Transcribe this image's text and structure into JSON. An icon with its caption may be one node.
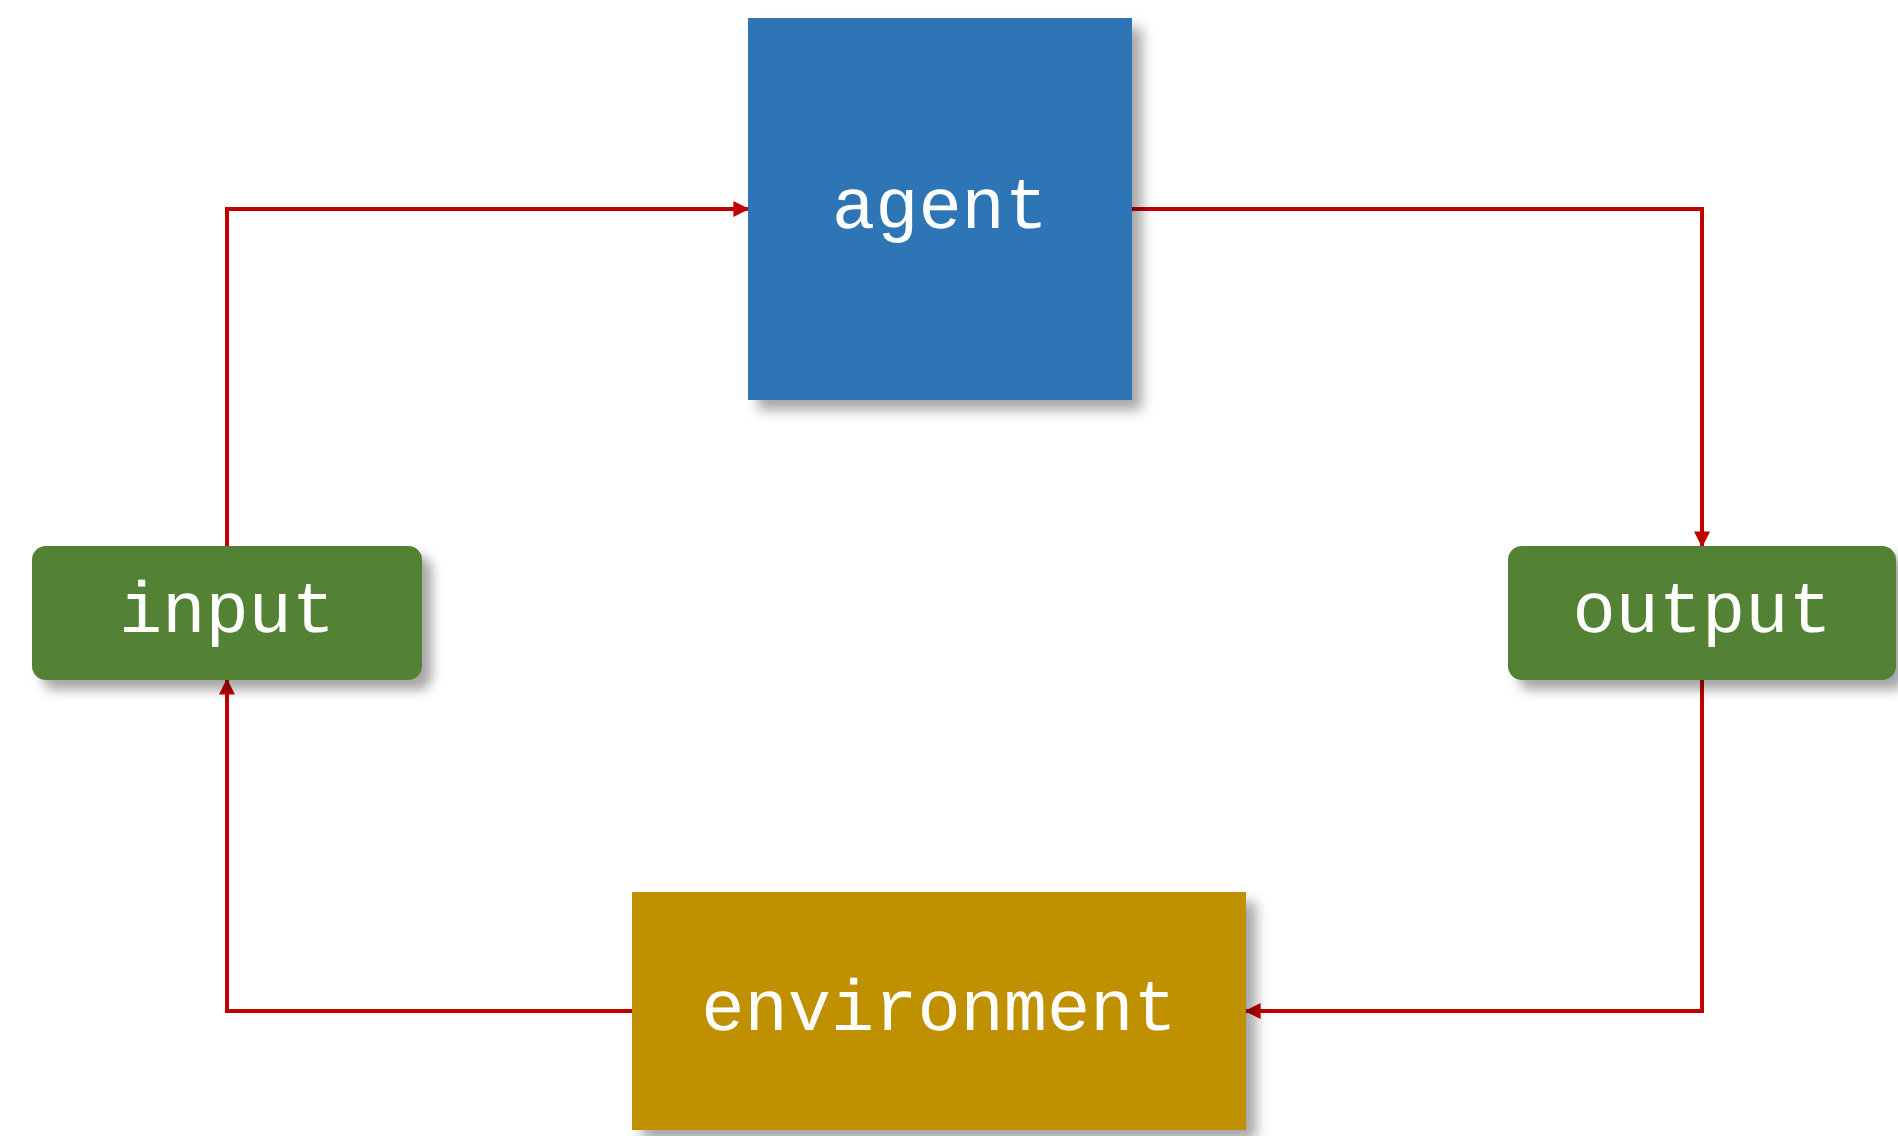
{
  "diagram": {
    "nodes": [
      {
        "text": [
          "agent"
        ]
      },
      {
        "text": [
          "input"
        ]
      },
      {
        "text": [
          "output"
        ]
      },
      {
        "text": [
          "environment"
        ]
      }
    ],
    "edges": [
      {
        "from": 1,
        "to": 0,
        "arrow": "to"
      },
      {
        "from": 0,
        "to": 2,
        "arrow": "to"
      },
      {
        "from": 2,
        "to": 3,
        "arrow": "to"
      },
      {
        "from": 3,
        "to": 1,
        "arrow": "to"
      }
    ]
  }
}
